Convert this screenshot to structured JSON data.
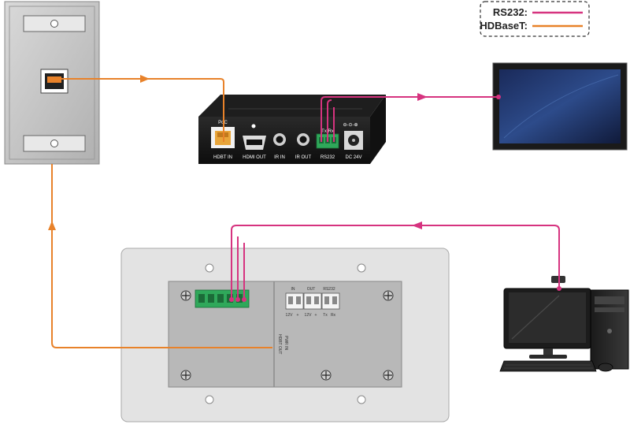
{
  "legend": {
    "rs232_label": "RS232:",
    "hdbaset_label": "HDBaseT:",
    "rs232_color": "#d6337f",
    "hdbaset_color": "#e8822a"
  },
  "receiver": {
    "poc_label": "PoC",
    "ports": [
      "HDBT IN",
      "HDMI OUT",
      "IR IN",
      "IR OUT",
      "RS232",
      "DC 24V"
    ],
    "txrx_label": "Tx  Rx"
  },
  "wallplate": {
    "terminal_in_label": "IN",
    "terminal_out_label": "OUT",
    "terminal_rs232_label": "RS232",
    "pin_labels": [
      "12V",
      "+",
      "12V",
      "+",
      "Tx",
      "Rx"
    ],
    "hdbt_out_label": "HDBT OUT",
    "pwr_in_label": "PWR IN"
  },
  "icons": [
    "rj45-wall-jack-icon",
    "display-monitor-icon",
    "desktop-pc-icon"
  ]
}
